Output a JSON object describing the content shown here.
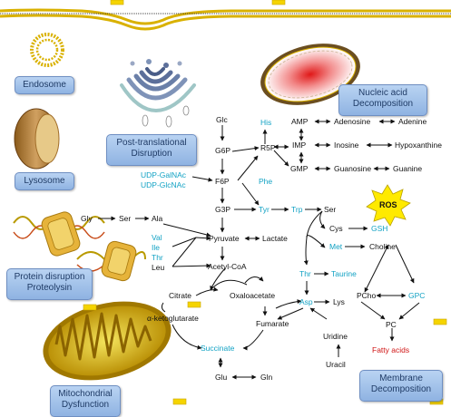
{
  "labels": {
    "endosome": "Endosome",
    "lysosome": "Lysosome",
    "ptm_1": "Post-translational",
    "ptm_2": "Disruption",
    "nucleic_1": "Nucleic acid",
    "nucleic_2": "Decomposition",
    "protein_1": "Protein disruption",
    "protein_2": "Proteolysin",
    "mito_1": "Mitochondrial",
    "mito_2": "Dysfunction",
    "membrane_1": "Membrane",
    "membrane_2": "Decomposition",
    "ros": "ROS"
  },
  "metabolites": {
    "glc": "Glc",
    "g6p": "G6P",
    "r5p": "R5P",
    "his": "His",
    "amp": "AMP",
    "imp": "IMP",
    "gmp": "GMP",
    "adenosine": "Adenosine",
    "adenine": "Adenine",
    "inosine": "Inosine",
    "hypoxanthine": "Hypoxanthine",
    "guanosine": "Guanosine",
    "guanine": "Guanine",
    "udp_galnac": "UDP-GalNAc",
    "udp_glcnac": "UDP-GlcNAc",
    "f6p": "F6P",
    "phe": "Phe",
    "g3p": "G3P",
    "tyr": "Tyr",
    "trp": "Trp",
    "ser_right": "Ser",
    "gly": "Gly",
    "ser_left": "Ser",
    "ala": "Ala",
    "val": "Val",
    "ile": "Ile",
    "thr_left": "Thr",
    "leu": "Leu",
    "pyruvate": "Pyruvate",
    "lactate": "Lactate",
    "acetyl_coa": "Acetyl-CoA",
    "cys": "Cys",
    "gsh": "GSH",
    "met": "Met",
    "choline": "Choline",
    "thr_right": "Thr",
    "taurine": "Taurine",
    "asp": "Asp",
    "lys": "Lys",
    "pcho": "PCho",
    "gpc": "GPC",
    "pc": "PC",
    "citrate": "Citrate",
    "oxaloacetate": "Oxaloacetate",
    "alpha_kg": "α-ketoglutarate",
    "fumarate": "Fumarate",
    "succinate": "Succinate",
    "uridine": "Uridine",
    "uracil": "Uracil",
    "fatty_acids": "Fatty acids",
    "glu": "Glu",
    "gln": "Gln"
  },
  "colors": {
    "highlight_metabolite": "#12a2c4",
    "fatty_acid": "#d01414",
    "label_box": "#a7c4ec",
    "membrane": "#d9b100"
  }
}
